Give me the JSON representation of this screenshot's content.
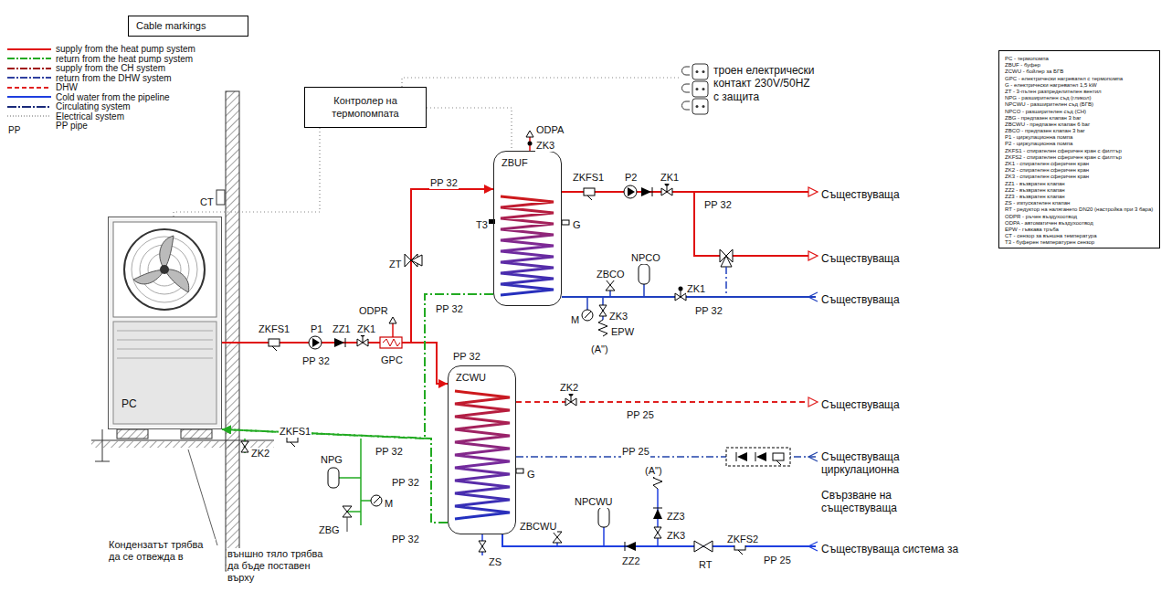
{
  "diagram": {
    "nodes": [
      {
        "text": [
          "Cable markings"
        ]
      },
      {
        "text": [
          "Контролер на термопомпата"
        ]
      },
      {
        "text": [
          "троен електрически контакт 230V/50HZ с защита"
        ]
      },
      {
        "text": [
          "PC"
        ]
      },
      {
        "text": [
          "ZBUF"
        ]
      },
      {
        "text": [
          "ZCWU"
        ]
      },
      {
        "text": [
          "PC - термопомпа",
          "ZBUF - буфер",
          "ZCWU - бойлер за БГВ",
          "GPC - електрически нагревател с термопомпа",
          "G - електрически нагревател 1,5 kW",
          "ZT - 3-пътен разпределителен вентил",
          "NPG - разширителен съд (гликол)",
          "NPCWU - разширителен съд (БГВ)",
          "NPCO - разширителен съд (СН)",
          "ZBG - предпазен клапан 3 bar",
          "ZBCWU - предпазен клапан 6 bar",
          "ZBCO - предпазен клапан 3 bar",
          "P1 - циркулационна помпа",
          "P2 - циркулационна помпа",
          "ZKFS1 - спирателен сферичен кран с филтър",
          "ZKFS2 - спирателен сферичен кран с филтър",
          "ZK1 - спирателен сферичен кран",
          "ZK2 - спирателен сферичен кран",
          "ZK3 - спирателен сферичен кран",
          "ZZ1 - възвратен клапан",
          "ZZ2 - възвратен клапан",
          "ZZ3 - възвратен клапан",
          "ZS - изпускателен клапан",
          "RT - редуктор на налягането DN20 (настройка при 3 бара)",
          "ODPR - ръчен въздухоотвод",
          "ODPA - автоматичен въздухоотвод",
          "EPW - гъвкава тръба",
          "CT - сензор за външна температура",
          "T3 - буферен температурен сензор"
        ]
      }
    ],
    "edges": [
      {
        "from": 3,
        "to": 4,
        "arrow": "to"
      },
      {
        "from": 3,
        "to": 5,
        "arrow": "to"
      },
      {
        "from": 4,
        "to": 3,
        "arrow": "to"
      },
      {
        "from": 5,
        "to": 3,
        "arrow": "to"
      },
      {
        "from": 1,
        "to": 3,
        "arrow": "none"
      },
      {
        "from": 1,
        "to": 4,
        "arrow": "none"
      },
      {
        "from": 1,
        "to": 2,
        "arrow": "none"
      }
    ],
    "labels": [
      "ODPA",
      "ZK3",
      "ZKFS1",
      "P2",
      "ZK1",
      "PP 32",
      "PP 32",
      "T3",
      "G",
      "PP 32",
      "M",
      "ZBCO",
      "NPCO",
      "ZK1",
      "PP 32",
      "ZK3",
      "EPW",
      "(A\")",
      "ODPR",
      "ZT",
      "ZKFS1",
      "P1",
      "ZZ1",
      "ZK1",
      "PP 32",
      "GPC",
      "PP 32",
      "ZK2",
      "PP 25",
      "G",
      "PP 25",
      "ZKFS1",
      "ZK2",
      "PP 32",
      "NPG",
      "ZBG",
      "M",
      "CT",
      "PP 32",
      "PP 32",
      "ZBCWU",
      "NPCWU",
      "(A\")",
      "ZZ3",
      "ZK3",
      "RT",
      "ZKFS2",
      "PP 25",
      "ZZ2",
      "ZS",
      "PP",
      "Съществуваща",
      "Съществуваща",
      "Съществуваща",
      "Съществуваща",
      "Съществуваща циркулационна",
      "Свързване на съществуваща",
      "Съществуваща система за",
      "Кондензатът трябва да се отвежда в",
      "външно тяло трябва да бъде поставен върху"
    ],
    "legend": [
      {
        "text": "supply from the heat pump system"
      },
      {
        "text": "return from the heat pump system"
      },
      {
        "text": "supply from the CH system"
      },
      {
        "text": "return from the DHW system"
      },
      {
        "text": "DHW"
      },
      {
        "text": "Cold water from the pipeline"
      },
      {
        "text": "Circulating system"
      },
      {
        "text": "Electrical system"
      },
      {
        "text": "PP pipe"
      }
    ]
  }
}
